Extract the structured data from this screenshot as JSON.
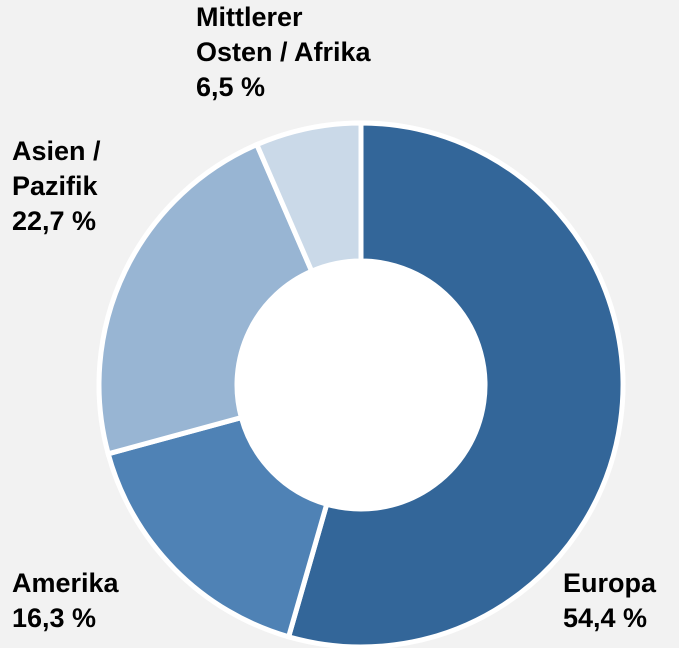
{
  "chart_data": {
    "type": "pie",
    "variant": "donut",
    "start_angle_deg": 0,
    "direction": "clockwise",
    "slices": [
      {
        "name_lines": [
          "Europa"
        ],
        "value": 54.4,
        "value_label": "54,4 %",
        "color": "#336699"
      },
      {
        "name_lines": [
          "Amerika"
        ],
        "value": 16.3,
        "value_label": "16,3 %",
        "color": "#4f82b5"
      },
      {
        "name_lines": [
          "Asien /",
          "Pazifik"
        ],
        "value": 22.7,
        "value_label": "22,7 %",
        "color": "#98b5d3"
      },
      {
        "name_lines": [
          "Mittlerer",
          "Osten / Afrika"
        ],
        "value": 6.5,
        "value_label": "6,5 %",
        "color": "#cad9e8"
      }
    ]
  },
  "style": {
    "background": "#f2f2f2",
    "separator_color": "#ffffff",
    "hole_color": "#ffffff"
  }
}
